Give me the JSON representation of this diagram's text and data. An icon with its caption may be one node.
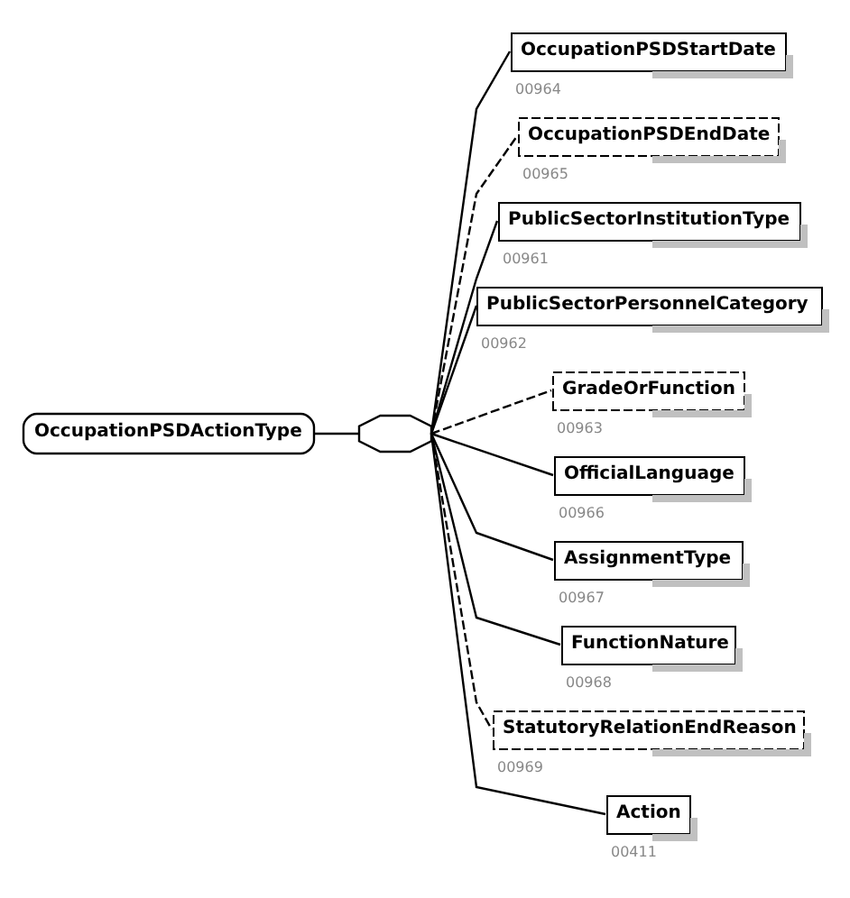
{
  "diagram": {
    "nodes": [
      {
        "text": [
          "OccupationPSDActionType"
        ]
      },
      {
        "text": [],
        "shape": "octagon"
      },
      {
        "text": [
          "OccupationPSDStartDate"
        ],
        "beside": [
          "00964"
        ]
      },
      {
        "text": [
          "OccupationPSDEndDate"
        ],
        "beside": [
          "00965"
        ]
      },
      {
        "text": [
          "PublicSectorInstitutionType"
        ],
        "beside": [
          "00961"
        ]
      },
      {
        "text": [
          "PublicSectorPersonnelCategory"
        ],
        "beside": [
          "00962"
        ]
      },
      {
        "text": [
          "GradeOrFunction"
        ],
        "beside": [
          "00963"
        ]
      },
      {
        "text": [
          "OfficialLanguage"
        ],
        "beside": [
          "00966"
        ]
      },
      {
        "text": [
          "AssignmentType"
        ],
        "beside": [
          "00967"
        ]
      },
      {
        "text": [
          "FunctionNature"
        ],
        "beside": [
          "00968"
        ]
      },
      {
        "text": [
          "StatutoryRelationEndReason"
        ],
        "beside": [
          "00969"
        ]
      },
      {
        "text": [
          "Action"
        ],
        "beside": [
          "00411"
        ]
      }
    ],
    "edges": [
      {
        "from": 0,
        "to": 1,
        "arrow": "none"
      },
      {
        "from": 1,
        "to": 2,
        "arrow": "none"
      },
      {
        "from": 1,
        "to": 3,
        "arrow": "none",
        "style": "dashed"
      },
      {
        "from": 1,
        "to": 4,
        "arrow": "none"
      },
      {
        "from": 1,
        "to": 5,
        "arrow": "none"
      },
      {
        "from": 1,
        "to": 6,
        "arrow": "none",
        "style": "dashed"
      },
      {
        "from": 1,
        "to": 7,
        "arrow": "none"
      },
      {
        "from": 1,
        "to": 8,
        "arrow": "none"
      },
      {
        "from": 1,
        "to": 9,
        "arrow": "none"
      },
      {
        "from": 1,
        "to": 10,
        "arrow": "none",
        "style": "dashed"
      },
      {
        "from": 1,
        "to": 11,
        "arrow": "none"
      }
    ]
  }
}
